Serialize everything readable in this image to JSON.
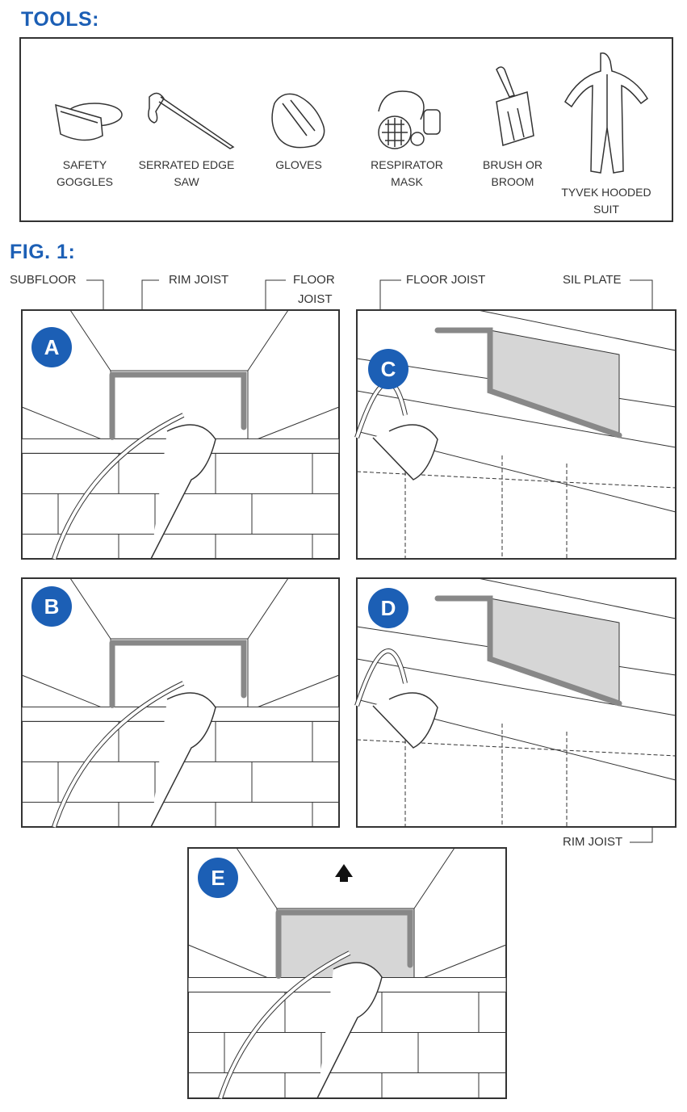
{
  "tools_heading": "TOOLS:",
  "tools": [
    {
      "label_1": "SAFETY",
      "label_2": "GOGGLES",
      "icon": "safety-goggles"
    },
    {
      "label_1": "SERRATED EDGE",
      "label_2": "SAW",
      "icon": "saw"
    },
    {
      "label_1": "GLOVES",
      "label_2": "",
      "icon": "gloves"
    },
    {
      "label_1": "RESPIRATOR",
      "label_2": "MASK",
      "icon": "respirator"
    },
    {
      "label_1": "BRUSH OR",
      "label_2": "BROOM",
      "icon": "brush"
    },
    {
      "label_1": "TYVEK HOODED",
      "label_2": "SUIT",
      "icon": "suit"
    }
  ],
  "figure_heading": "FIG. 1:",
  "callouts": {
    "subfloor": "SUBFLOOR",
    "rim_joist_left": "RIM JOIST",
    "floor_joist_left_1": "FLOOR",
    "floor_joist_left_2": "JOIST",
    "floor_joist_right": "FLOOR JOIST",
    "sil_plate": "SIL PLATE",
    "rim_joist_bottom": "RIM JOIST"
  },
  "panels": [
    "A",
    "B",
    "C",
    "D",
    "E"
  ],
  "colors": {
    "accent": "#1c5fb5",
    "foam": "#d6d6d6",
    "line": "#333333"
  }
}
